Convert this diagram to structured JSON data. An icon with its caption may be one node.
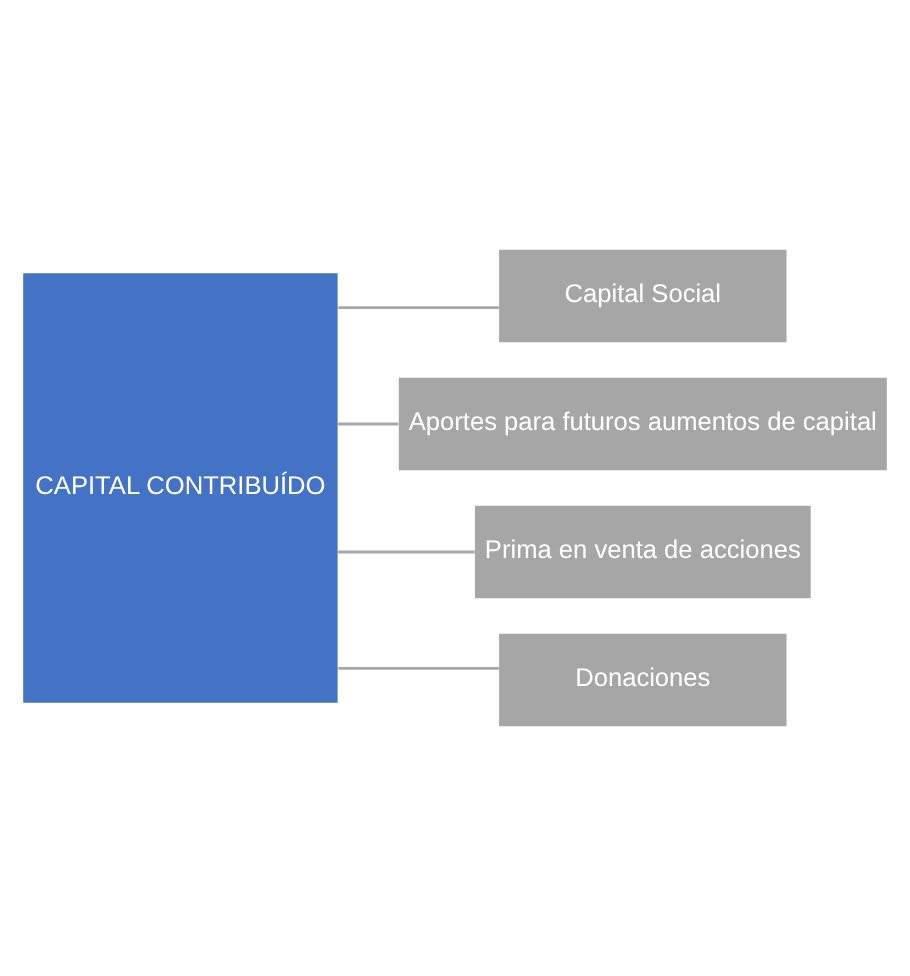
{
  "diagram": {
    "nodes": [
      {
        "text": [
          "CAPITAL CONTRIBUÍDO"
        ]
      },
      {
        "text": [
          "Capital Social"
        ]
      },
      {
        "text": [
          "Aportes para futuros aumentos de capital"
        ]
      },
      {
        "text": [
          "Prima en venta de acciones"
        ]
      },
      {
        "text": [
          "Donaciones"
        ]
      }
    ],
    "edges": [
      {
        "from": 0,
        "to": 1,
        "arrow": "none"
      },
      {
        "from": 0,
        "to": 2,
        "arrow": "none"
      },
      {
        "from": 0,
        "to": 3,
        "arrow": "none"
      },
      {
        "from": 0,
        "to": 4,
        "arrow": "none"
      }
    ]
  }
}
